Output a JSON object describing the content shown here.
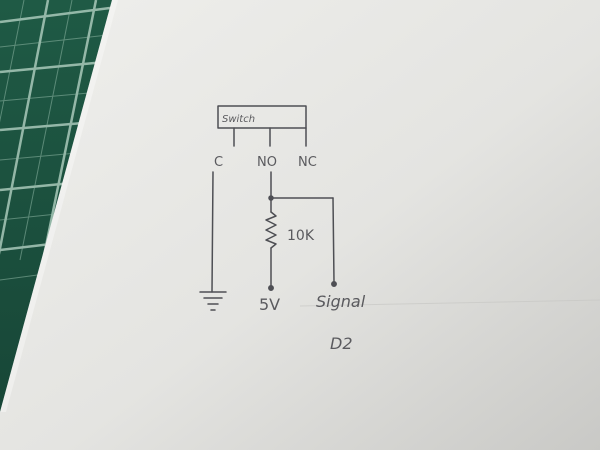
{
  "diagram": {
    "component_label": "Switch",
    "pins": {
      "common": "C",
      "normally_open": "NO",
      "normally_closed": "NC"
    },
    "resistor_label": "10K",
    "supply_label": "5V",
    "signal_label": "Signal",
    "signal_pin_label": "D2"
  },
  "colors": {
    "cutting_mat": "#1f5a45",
    "mat_grid": "#9fc2b2",
    "paper": "#e6e6e3",
    "pencil": "#4e4f54"
  }
}
